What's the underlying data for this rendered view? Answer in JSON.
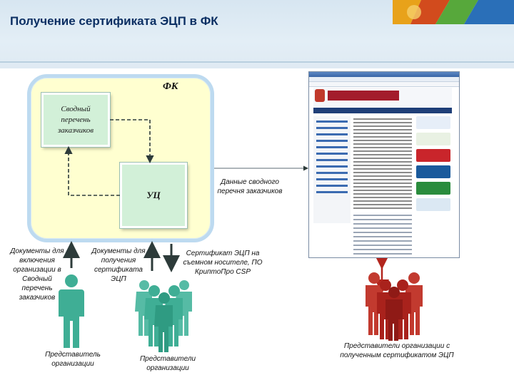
{
  "title": "Получение сертификата ЭЦП в ФК",
  "diagram": {
    "fk_label": "ФК",
    "svod_label": "Сводный перечень заказчиков",
    "uc_label": "УЦ",
    "data_svod_label": "Данные сводного перечня заказчиков",
    "docs_inclusion": "Документы для включения организации в Сводный перечень заказчиков",
    "docs_certificate": "Документы для получения сертификата ЭЦП",
    "cert_media": "Сертификат ЭЦП на съемном носителе, ПО КриптоПро CSP",
    "rep_single": "Представитель организации",
    "rep_group": "Представители организации",
    "rep_with_cert": "Представители организации с полученным сертификатом ЭЦП"
  },
  "colors": {
    "title": "#0b2f63",
    "fk_fill": "#ffffd0",
    "fk_border": "#bddaf0",
    "box_fill": "#d2f0d8",
    "person_teal": "#3fae95",
    "person_red": "#b3261e",
    "arrow_dark": "#2d3b3a",
    "arrow_red": "#b3261e"
  },
  "icons": {
    "person_teal": "person-icon",
    "person_red": "person-icon",
    "browser": "website-screenshot"
  }
}
